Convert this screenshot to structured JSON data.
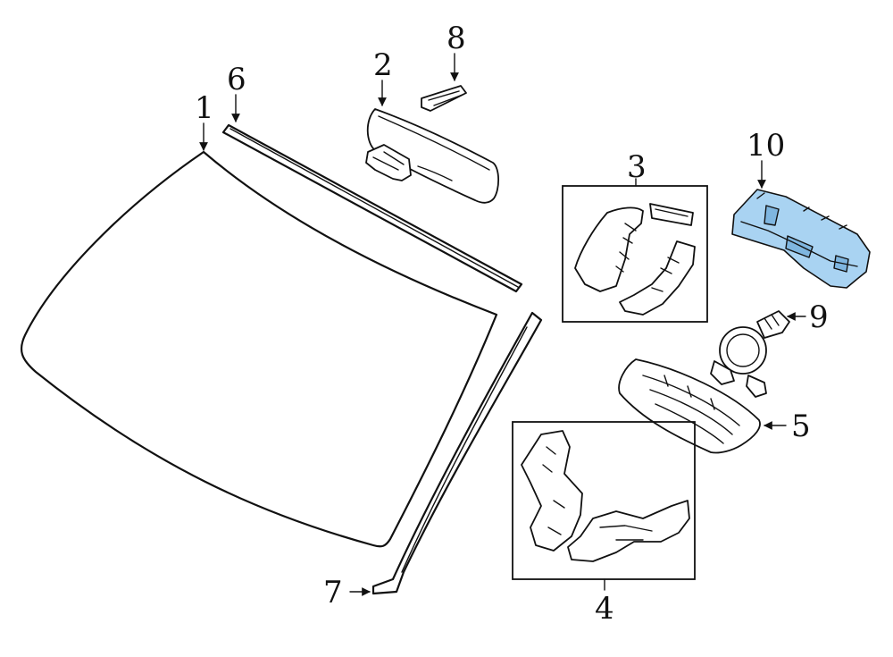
{
  "callouts": {
    "c1": "1",
    "c2": "2",
    "c3": "3",
    "c4": "4",
    "c5": "5",
    "c6": "6",
    "c7": "7",
    "c8": "8",
    "c9": "9",
    "c10": "10"
  },
  "colors": {
    "highlight": "#a9d3f2",
    "highlight_dark": "#7fb6e0",
    "line": "#111111"
  },
  "highlighted_part": "10"
}
